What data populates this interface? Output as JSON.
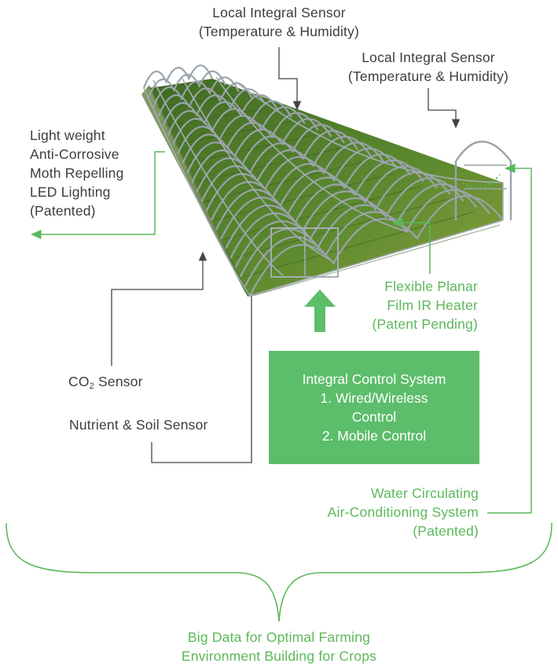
{
  "labels": {
    "top_sensor_1": [
      "Local Integral Sensor",
      "(Temperature & Humidity)"
    ],
    "top_sensor_2": [
      "Local Integral Sensor",
      "(Temperature & Humidity)"
    ],
    "led_lighting": [
      "Light weight",
      "Anti-Corrosive",
      "Moth Repelling",
      "LED Lighting",
      "(Patented)"
    ],
    "ir_heater": [
      "Flexible Planar",
      "Film IR Heater",
      "(Patent Pending)"
    ],
    "co2_sensor": {
      "prefix": "CO",
      "subscript": "2",
      "suffix": " Sensor"
    },
    "nutrient_sensor": "Nutrient & Soil Sensor",
    "control_system": [
      "Integral Control System",
      "1. Wired/Wireless",
      "Control",
      "2. Mobile Control"
    ],
    "water_ac": [
      "Water Circulating",
      "Air-Conditioning System",
      "(Patented)"
    ],
    "big_data": [
      "Big Data for Optimal Farming",
      "Environment Building for Crops"
    ]
  },
  "colors": {
    "accent_green": "#5cb85c",
    "box_green": "#5cbd6b",
    "text_dark": "#3d3d3d",
    "frame_steel": "#9aa3ab",
    "crop_green": "#4e7a2a"
  },
  "icons": [
    "up-arrow-icon",
    "greenhouse-illustration"
  ]
}
